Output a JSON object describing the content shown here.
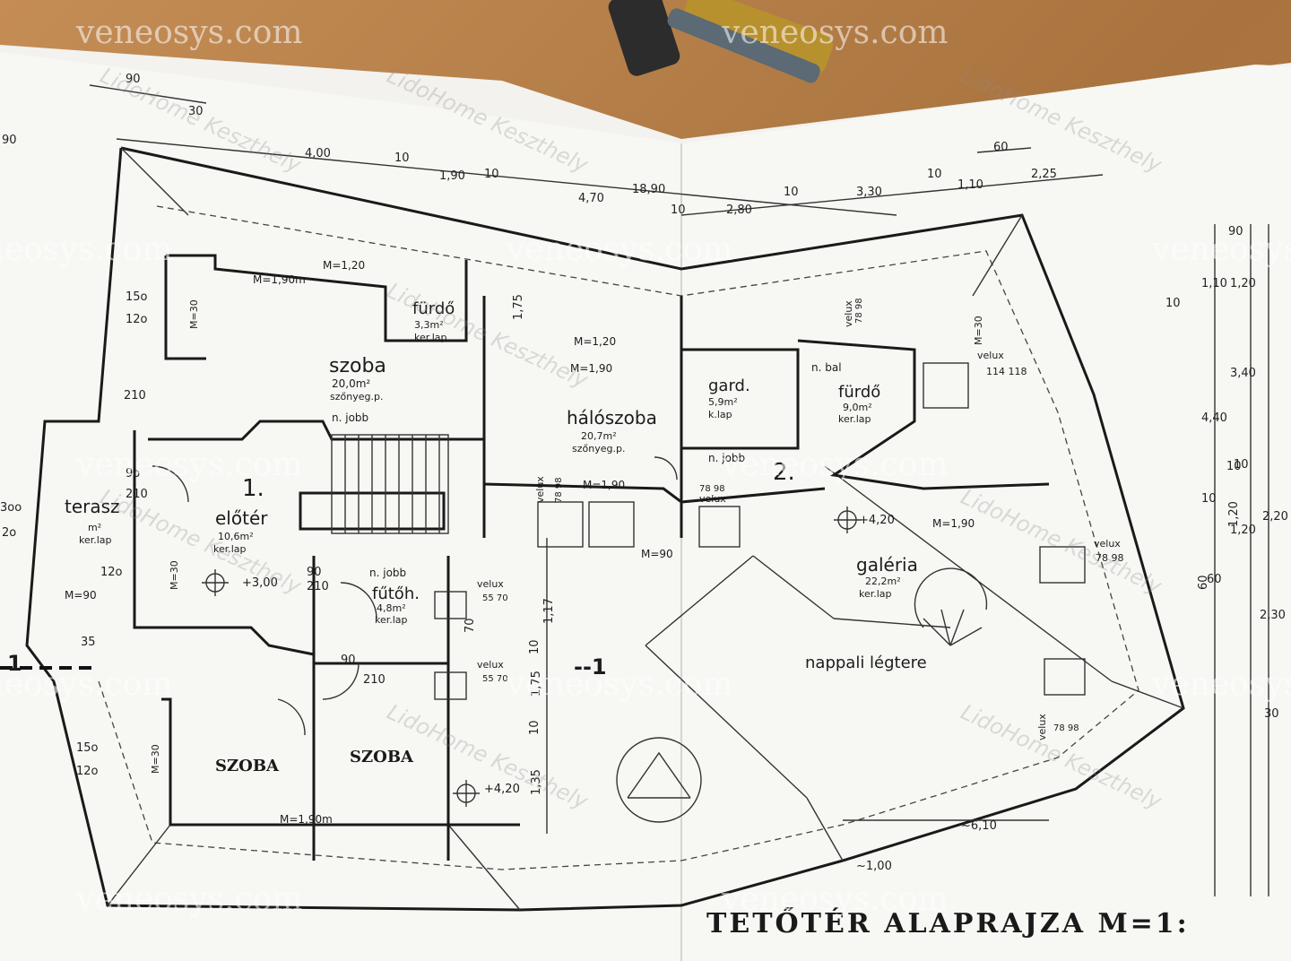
{
  "sheet_title": "TETŐTÉR ALAPRAJZA M=1:",
  "watermarks": {
    "site": "veneosys.com",
    "agency": "LidoHome Keszthely"
  },
  "unit_labels": {
    "unit1": "1.",
    "unit2": "2."
  },
  "rooms": {
    "szoba_top": {
      "name": "szoba",
      "area": "20,0m²",
      "floor": "szőnyeg.p."
    },
    "furdo1": {
      "name": "fürdő",
      "area": "3,3m²",
      "floor": "ker.lap"
    },
    "haloszoba": {
      "name": "hálószoba",
      "area": "20,7m²",
      "floor": "szőnyeg.p."
    },
    "gard": {
      "name": "gard.",
      "area": "5,9m²",
      "floor": "k.lap"
    },
    "furdo2": {
      "name": "fürdő",
      "area": "9,0m²",
      "floor": "ker.lap"
    },
    "eloter": {
      "name": "előtér",
      "area": "10,6m²",
      "floor": "ker.lap"
    },
    "terasz": {
      "name": "terasz",
      "area": "m²",
      "floor": "ker.lap"
    },
    "futoh": {
      "name": "fűtőh.",
      "area": "4,8m²",
      "floor": "ker.lap"
    },
    "galeria": {
      "name": "galéria",
      "area": "22,2m²",
      "floor": "ker.lap"
    },
    "nappali": {
      "name": "nappali légtere"
    },
    "szoba_left": {
      "name": "SZOBA"
    },
    "szoba_right": {
      "name": "SZOBA"
    }
  },
  "notes": {
    "m120": "M=1,20",
    "m190a": "M=1,90m",
    "m120b": "M=1,20",
    "m190b": "M=1,90",
    "m190c": "M=1,90",
    "m90a": "M=90",
    "m90b": "M=90",
    "m190d": "M=1,90",
    "m190e": "M=1,90m",
    "m30a": "M=30",
    "m30b": "M=30",
    "m30c": "M=30",
    "m30d": "M=30",
    "jobb1": "n. jobb",
    "jobb2": "n. jobb",
    "jobb3": "n. jobb",
    "bal": "n. bal",
    "level1": "+3,00",
    "level2": "+4,20",
    "level3": "+4,20",
    "section": "--1",
    "section_left": "1"
  },
  "velux": {
    "v1": "velux",
    "v1_size": "114 118",
    "v2": "velux",
    "v2_size": "78 98",
    "v3": "velux",
    "v3_size": "78 98",
    "v4": "velux",
    "v4_size": "55 70",
    "v5": "velux",
    "v5_size": "55 70",
    "v6": "velux",
    "v6_size": "78 98",
    "v7": "velux",
    "v7_size": "78 98",
    "v8": "velux",
    "v8_size": "78 98"
  },
  "dimensions": {
    "top": [
      "90",
      "30",
      "4,00",
      "10",
      "1,90",
      "10",
      "4,70",
      "18,90",
      "10",
      "2,80",
      "10",
      "3,30",
      "10",
      "1,10",
      "60",
      "2,25"
    ],
    "right": [
      "90",
      "1,10",
      "1,20",
      "10",
      "3,40",
      "4,40",
      "10",
      "10",
      "1,20",
      "2,20",
      "60",
      "2,30",
      "30"
    ],
    "left": [
      "90",
      "15o",
      "12o",
      "15o",
      "12o",
      "9o",
      "210",
      "3oo",
      "2o",
      "12o",
      "90",
      "210",
      "90",
      "210",
      "35",
      "210"
    ],
    "middle": [
      "1,75",
      "70",
      "1,17",
      "10",
      "1,75",
      "10",
      "1,35",
      "10",
      "1,20",
      "60"
    ],
    "bottom": [
      "~6,10",
      "~1,00"
    ]
  }
}
